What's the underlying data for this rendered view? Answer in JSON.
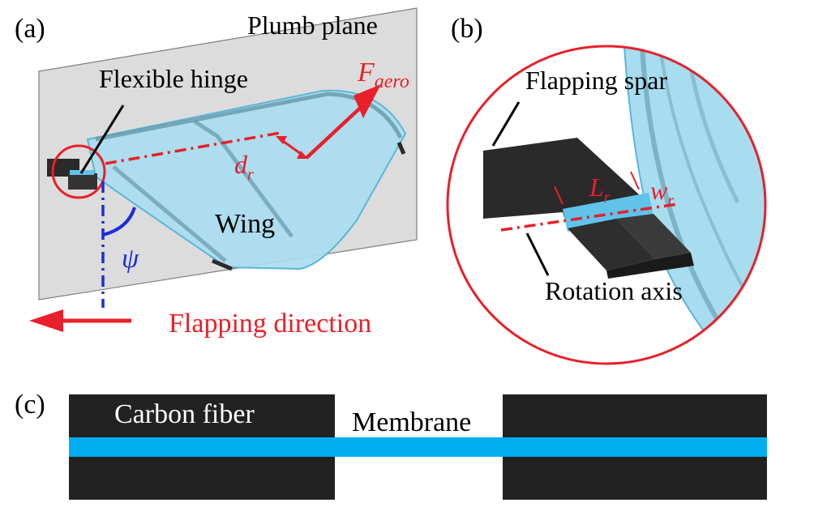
{
  "panels": {
    "a": {
      "tag": "(a)",
      "plumb_plane_label": "Plumb plane",
      "flexible_hinge_label": "Flexible hinge",
      "force_symbol": "F",
      "force_subscript": "aero",
      "distance_symbol": "d",
      "distance_subscript": "r",
      "wing_label": "Wing",
      "angle_symbol": "ψ",
      "flapping_direction_label": "Flapping direction"
    },
    "b": {
      "tag": "(b)",
      "flapping_spar_label": "Flapping spar",
      "length_symbol": "L",
      "length_subscript": "r",
      "width_symbol": "w",
      "width_subscript": "r",
      "rotation_axis_label": "Rotation axis"
    },
    "c": {
      "tag": "(c)",
      "carbon_fiber_label": "Carbon fiber",
      "membrane_label": "Membrane"
    }
  },
  "colors": {
    "annotation_red": "#e8202a",
    "angle_blue": "#1a2fd6",
    "wing_fill": "#a8dcef",
    "wing_edge": "#5bb6d8",
    "plane_fill": "#dcdcdc",
    "carbon": "#222222",
    "membrane": "#00aeef"
  }
}
